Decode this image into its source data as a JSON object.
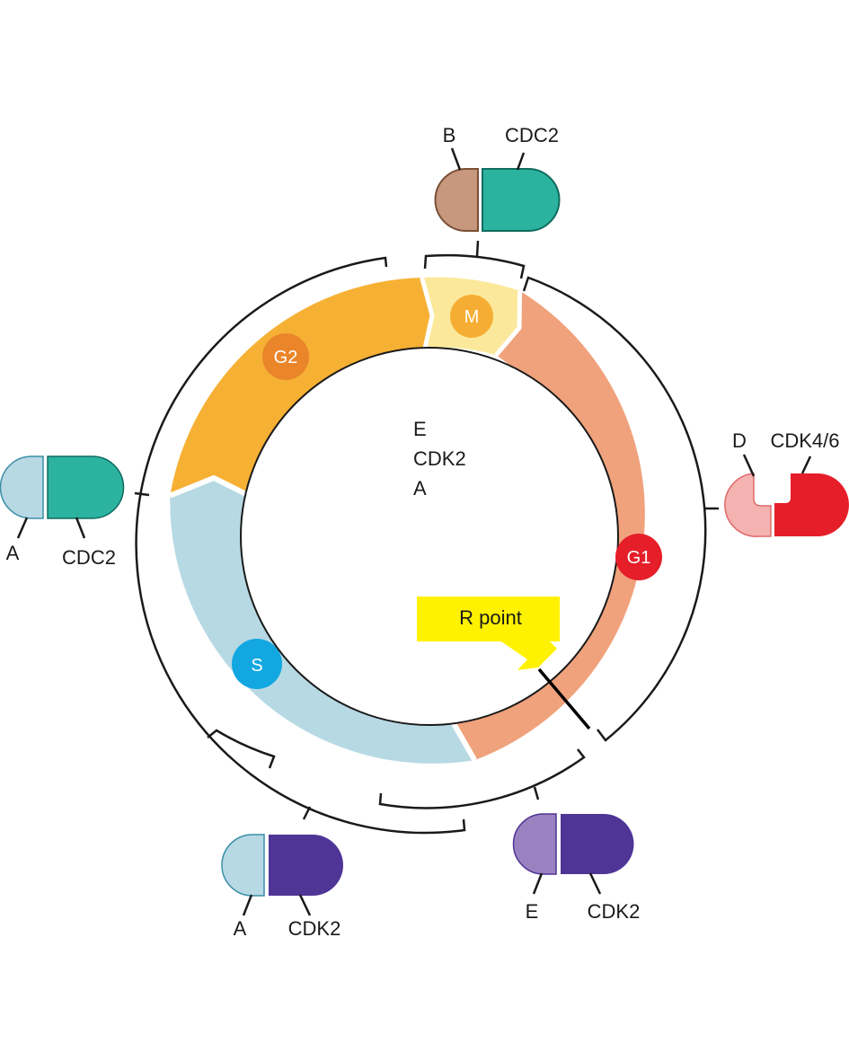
{
  "phases": {
    "m": {
      "label": "M",
      "band_color": "#fbe89a",
      "badge_color": "#f5ae33"
    },
    "g1": {
      "label": "G1",
      "band_color": "#f0a27c",
      "badge_color": "#e51e2a"
    },
    "s": {
      "label": "S",
      "band_color": "#b7d9e4",
      "badge_color": "#12a7e0"
    },
    "g2": {
      "label": "G2",
      "band_color": "#f6b134",
      "badge_color": "#ea852a"
    }
  },
  "center_labels": [
    "E",
    "CDK2",
    "A"
  ],
  "r_point": {
    "label": "R point",
    "color": "#fff200"
  },
  "complexes": {
    "b_cdc2": {
      "cyclin": "B",
      "cdk": "CDC2",
      "cyclin_color": "#c7977e",
      "cdk_color": "#2bb3a0"
    },
    "d_cdk46": {
      "cyclin": "D",
      "cdk": "CDK4/6",
      "cyclin_color": "#f4b3b1",
      "cdk_color": "#e51e2a"
    },
    "e_cdk2": {
      "cyclin": "E",
      "cdk": "CDK2",
      "cyclin_color": "#9a82c0",
      "cdk_color": "#4f3596"
    },
    "a_cdk2": {
      "cyclin": "A",
      "cdk": "CDK2",
      "cyclin_color": "#b7d9e4",
      "cdk_color": "#4f3596"
    },
    "a_cdc2": {
      "cyclin": "A",
      "cdk": "CDC2",
      "cyclin_color": "#b7d9e4",
      "cdk_color": "#2bb3a0"
    }
  }
}
